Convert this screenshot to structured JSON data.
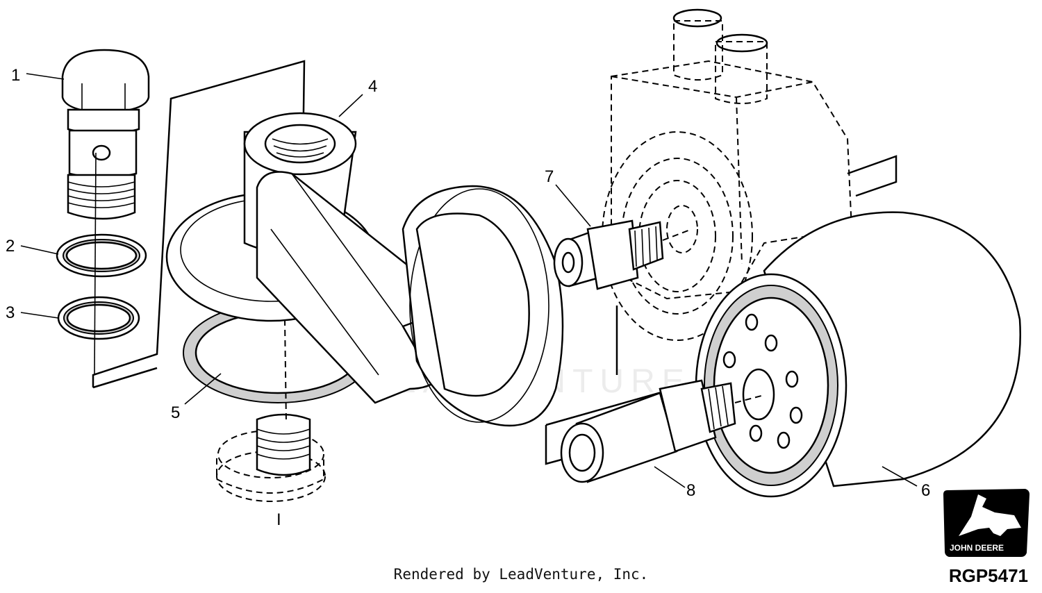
{
  "figure_code": "RGP5471",
  "footer_text": "Rendered by LeadVenture, Inc.",
  "watermark": "LEADVENTURE",
  "logo_text": "JOHN DEERE",
  "callouts": {
    "c1": "1",
    "c2": "2",
    "c3": "3",
    "c4": "4",
    "c5": "5",
    "c6": "6",
    "c7": "7",
    "c8": "8",
    "cI": "I"
  }
}
